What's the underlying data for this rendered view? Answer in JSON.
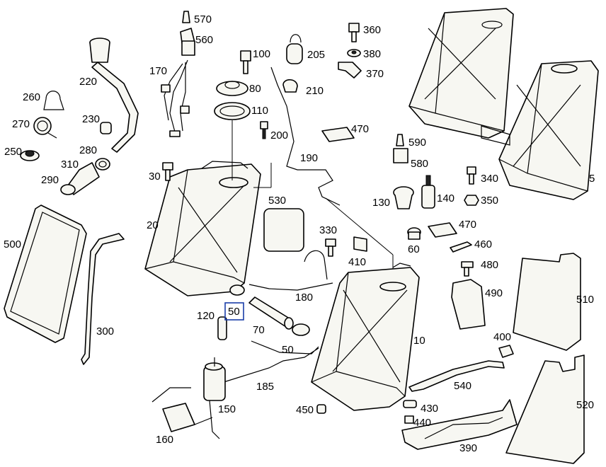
{
  "callouts": {
    "c10": "10",
    "c20": "20",
    "c30": "30",
    "c50a": "50",
    "c50b": "50",
    "c60": "60",
    "c70": "70",
    "c80": "80",
    "c100": "100",
    "c110": "110",
    "c120": "120",
    "c130": "130",
    "c140": "140",
    "c150": "150",
    "c160": "160",
    "c170": "170",
    "c180": "180",
    "c185": "185",
    "c190": "190",
    "c200": "200",
    "c205": "205",
    "c210": "210",
    "c220": "220",
    "c230": "230",
    "c250": "250",
    "c260": "260",
    "c270": "270",
    "c280": "280",
    "c290": "290",
    "c300": "300",
    "c310": "310",
    "c330": "330",
    "c340": "340",
    "c350": "350",
    "c360": "360",
    "c370": "370",
    "c380": "380",
    "c390": "390",
    "c400": "400",
    "c410": "410",
    "c430": "430",
    "c440": "440",
    "c450": "450",
    "c460": "460",
    "c470a": "470",
    "c470b": "470",
    "c480": "480",
    "c490": "490",
    "c500": "500",
    "c510": "510",
    "c520": "520",
    "c530": "530",
    "c540": "540",
    "c560": "560",
    "c570": "570",
    "c580": "580",
    "c590": "590",
    "c5": "5"
  },
  "highlight": {
    "color": "#1a3ea8"
  }
}
